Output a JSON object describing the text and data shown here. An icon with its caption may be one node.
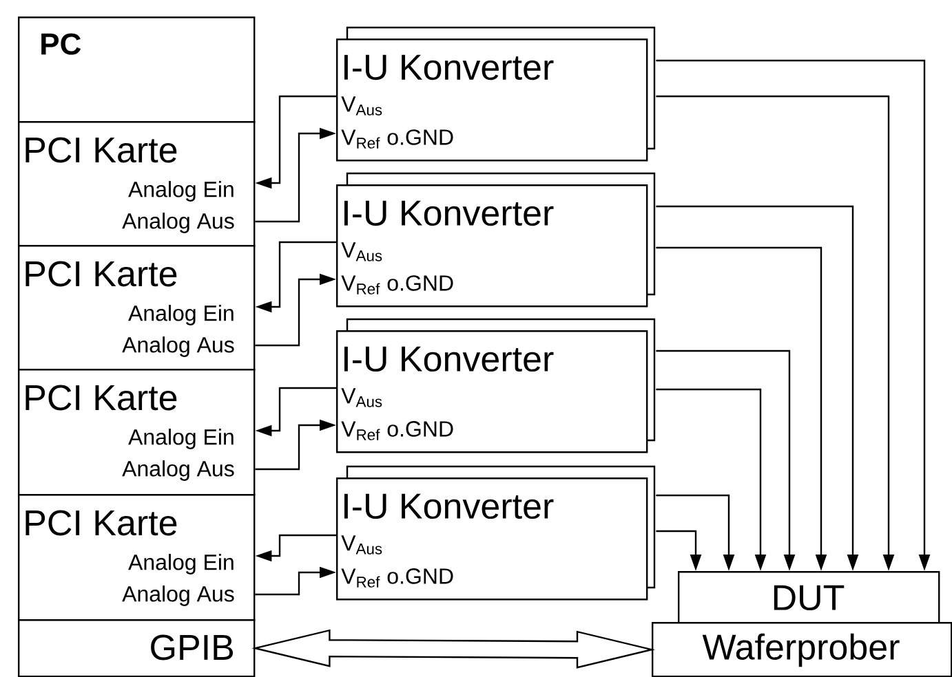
{
  "diagram": {
    "nodes": [
      {
        "text": [
          "PC"
        ]
      },
      {
        "text": [
          "PCI Karte",
          "Analog Ein",
          "Analog Aus"
        ]
      },
      {
        "text": [
          "PCI Karte",
          "Analog Ein",
          "Analog Aus"
        ]
      },
      {
        "text": [
          "PCI Karte",
          "Analog Ein",
          "Analog Aus"
        ]
      },
      {
        "text": [
          "PCI Karte",
          "Analog Ein",
          "Analog Aus"
        ]
      },
      {
        "text": [
          "GPIB"
        ]
      },
      {
        "text": [
          "I-U Konverter",
          "V$_{Aus}$",
          "V$_{Ref}$ o.GND"
        ]
      },
      {
        "text": [
          "I-U Konverter",
          "V$_{Aus}$",
          "V$_{Ref}$ o.GND"
        ]
      },
      {
        "text": [
          "I-U Konverter",
          "V$_{Aus}$",
          "V$_{Ref}$ o.GND"
        ]
      },
      {
        "text": [
          "I-U Konverter",
          "V$_{Aus}$",
          "V$_{Ref}$ o.GND"
        ]
      },
      {
        "text": [
          "DUT"
        ]
      },
      {
        "text": [
          "Waferprober"
        ]
      }
    ],
    "edges": [
      {
        "from": 6,
        "to": 1,
        "arrow": "to"
      },
      {
        "from": 1,
        "to": 6,
        "arrow": "to"
      },
      {
        "from": 7,
        "to": 2,
        "arrow": "to"
      },
      {
        "from": 2,
        "to": 7,
        "arrow": "to"
      },
      {
        "from": 8,
        "to": 3,
        "arrow": "to"
      },
      {
        "from": 3,
        "to": 8,
        "arrow": "to"
      },
      {
        "from": 9,
        "to": 4,
        "arrow": "to"
      },
      {
        "from": 4,
        "to": 9,
        "arrow": "to"
      },
      {
        "from": 6,
        "to": 10,
        "arrow": "to"
      },
      {
        "from": 6,
        "to": 10,
        "arrow": "to"
      },
      {
        "from": 7,
        "to": 10,
        "arrow": "to"
      },
      {
        "from": 7,
        "to": 10,
        "arrow": "to"
      },
      {
        "from": 8,
        "to": 10,
        "arrow": "to"
      },
      {
        "from": 8,
        "to": 10,
        "arrow": "to"
      },
      {
        "from": 9,
        "to": 10,
        "arrow": "to"
      },
      {
        "from": 9,
        "to": 10,
        "arrow": "to"
      },
      {
        "from": 5,
        "to": 11,
        "arrow": "both",
        "style": "thick"
      }
    ]
  }
}
